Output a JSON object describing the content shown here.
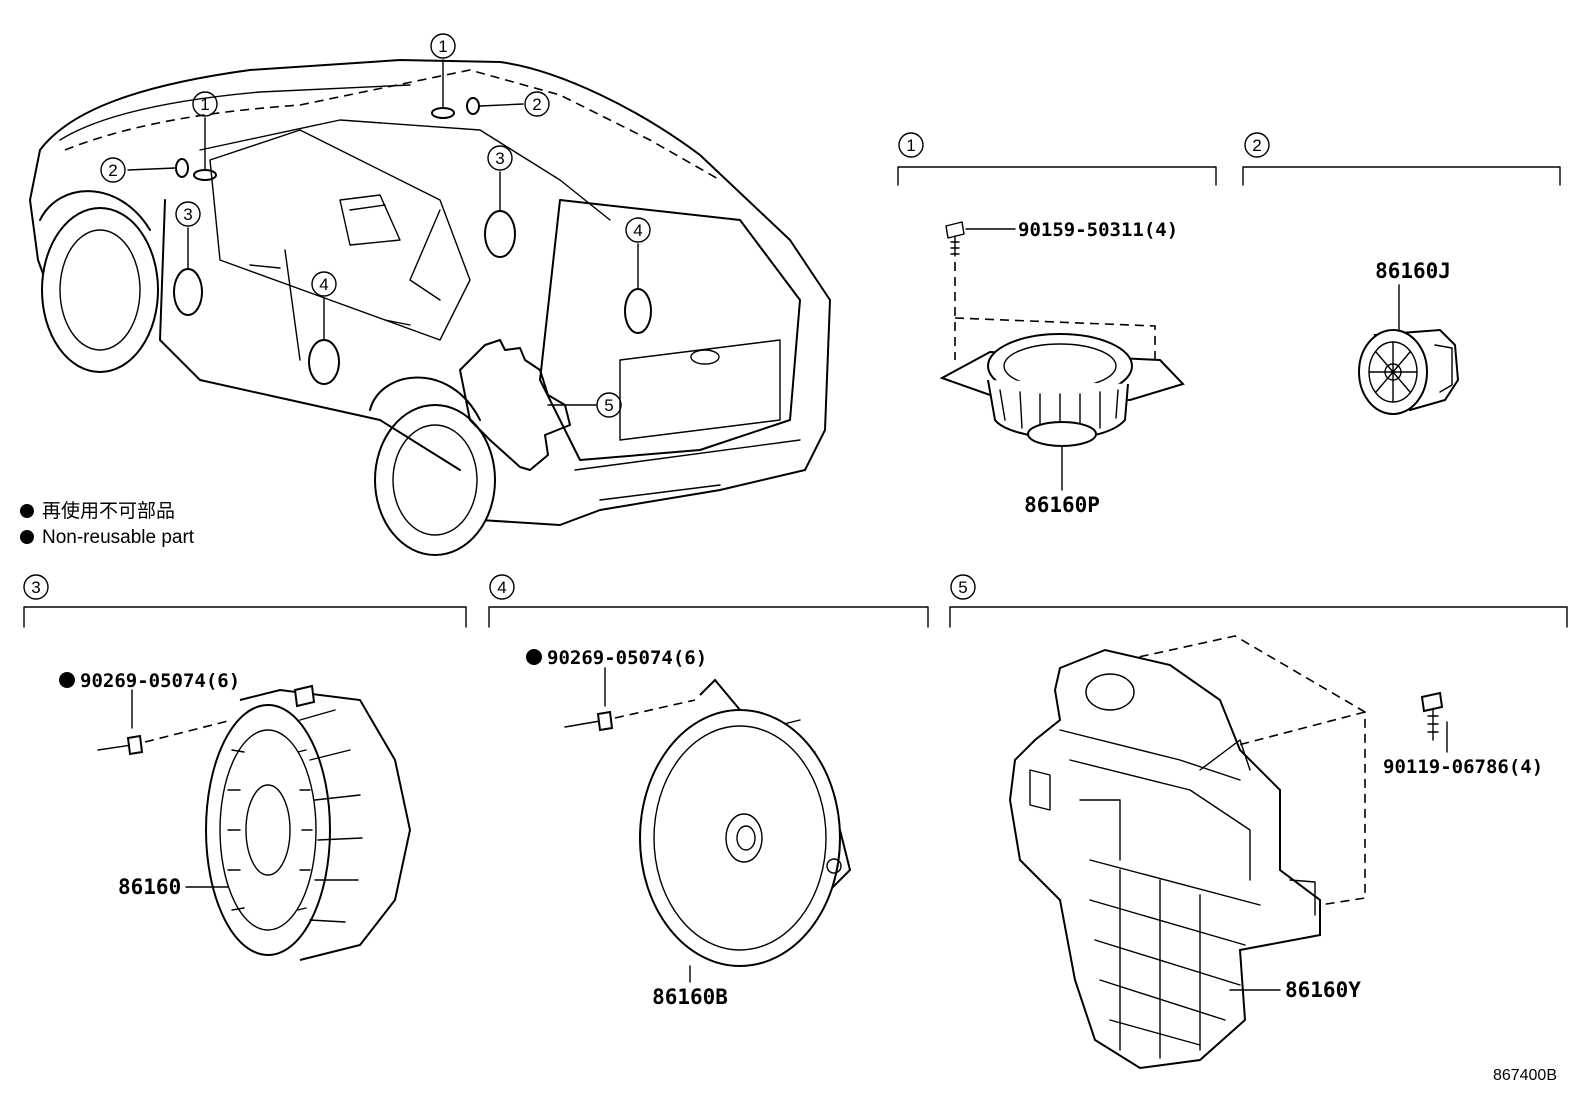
{
  "legend": {
    "jp": "再使用不可部品",
    "en": "Non-reusable part"
  },
  "callouts": {
    "c1": "1",
    "c2": "2",
    "c3": "3",
    "c4": "4",
    "c5": "5"
  },
  "sections": {
    "s1": {
      "num": "1",
      "speaker": "86160P",
      "screw": "90159-50311(4)"
    },
    "s2": {
      "num": "2",
      "speaker": "86160J"
    },
    "s3": {
      "num": "3",
      "speaker": "86160",
      "rivet": "90269-05074(6)"
    },
    "s4": {
      "num": "4",
      "speaker": "86160B",
      "rivet": "90269-05074(6)"
    },
    "s5": {
      "num": "5",
      "speaker": "86160Y",
      "bolt": "90119-06786(4)"
    }
  },
  "diagram_code": "867400B"
}
